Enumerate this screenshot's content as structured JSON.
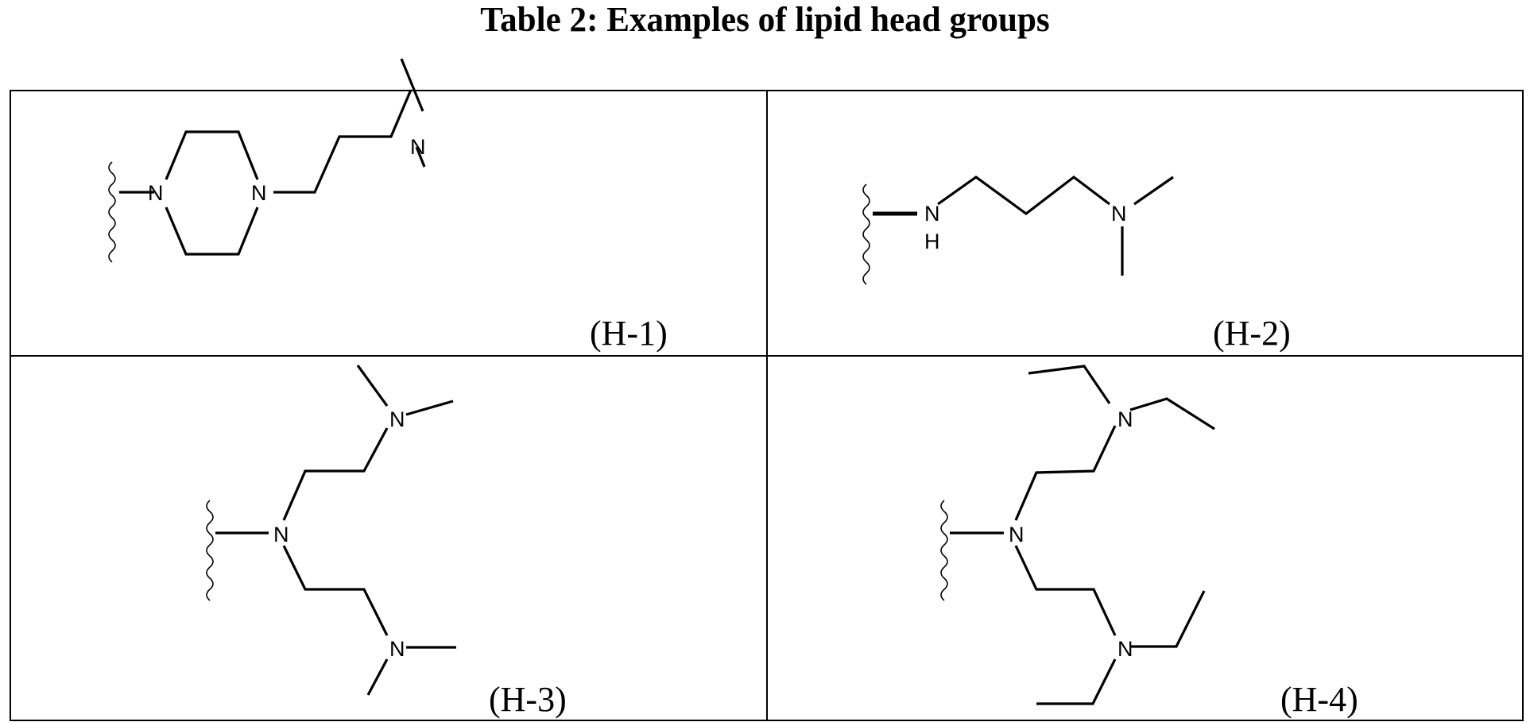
{
  "title": "Table 2: Examples of lipid head groups",
  "table": {
    "rows": 2,
    "columns": 2,
    "cells": [
      {
        "id": "H-1",
        "label": "(H-1)",
        "atoms": [
          "N",
          "N",
          "N"
        ],
        "description": "Piperazine ring with propyl linker to a dimethylamino group"
      },
      {
        "id": "H-2",
        "label": "(H-2)",
        "atoms": [
          "N",
          "H",
          "N"
        ],
        "description": "Secondary amine (NH) with propyl linker to a dimethylamino group"
      },
      {
        "id": "H-3",
        "label": "(H-3)",
        "atoms": [
          "N",
          "N",
          "N"
        ],
        "description": "Tertiary amine bearing two ethyl arms each ending in a dimethylamino group"
      },
      {
        "id": "H-4",
        "label": "(H-4)",
        "atoms": [
          "N",
          "N",
          "N"
        ],
        "description": "Tertiary amine bearing two ethyl arms each ending in a diethylamino group"
      }
    ]
  },
  "icons": {
    "attachment_point": "wavy-bond-icon"
  }
}
